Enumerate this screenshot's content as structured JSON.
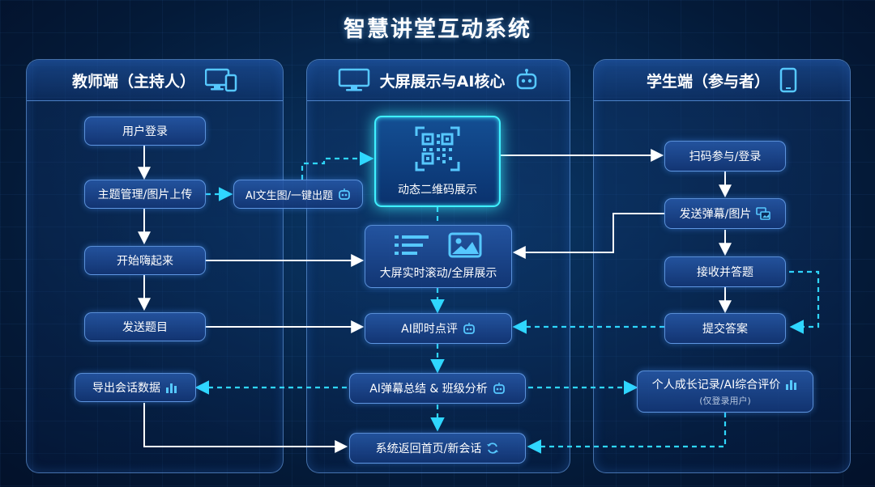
{
  "title": "智慧讲堂互动系统",
  "columns": {
    "teacher": {
      "label": "教师端（主持人）",
      "icon": "desktop-devices-icon"
    },
    "screen": {
      "label": "大屏展示与AI核心",
      "icon": "monitor-icon",
      "bot_icon": "robot-icon"
    },
    "student": {
      "label": "学生端（参与者）",
      "icon": "smartphone-icon"
    }
  },
  "teacher_nodes": {
    "login": "用户登录",
    "topic": "主题管理/图片上传",
    "start": "开始嗨起来",
    "send_question": "发送题目",
    "export": "导出会话数据"
  },
  "ai_image": "AI文生图/一键出题",
  "screen_nodes": {
    "qrcode": "动态二维码展示",
    "scroll": "大屏实时滚动/全屏展示",
    "ai_comment": "AI即时点评",
    "ai_summary": "AI弹幕总结 & 班级分析",
    "return": "系统返回首页/新会话"
  },
  "student_nodes": {
    "scan": "扫码参与/登录",
    "danmaku": "发送弹幕/图片",
    "receive": "接收并答题",
    "submit": "提交答案",
    "growth": "个人成长记录/AI综合评价",
    "growth_note": "(仅登录用户)"
  },
  "colors": {
    "accent": "#3ff0ff",
    "arrow": "#ffffff",
    "dashed": "#2fd6ff",
    "node_border": "#78b4ff"
  }
}
